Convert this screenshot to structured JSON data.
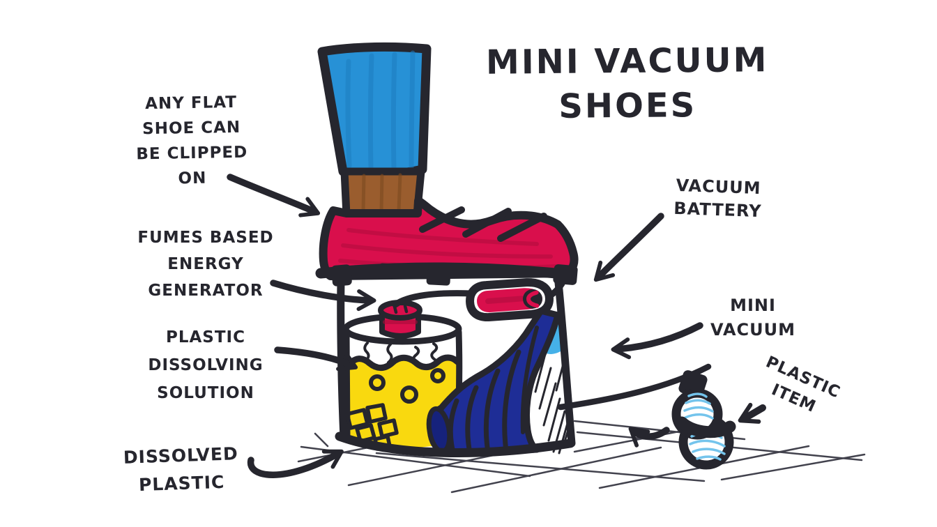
{
  "title": "MINI VACUUM\nSHOES",
  "annotations": {
    "clip_note": "ANY FLAT\nSHOE CAN\nBE CLIPPED\nON",
    "generator": "FUMES BASED\nENERGY\nGENERATOR",
    "solution": "PLASTIC\nDISSOLVING\nSOLUTION",
    "dissolved": "DISSOLVED\nPLASTIC",
    "battery": "VACUUM\nBATTERY",
    "vacuum": "MINI\nVACUUM",
    "item": "PLASTIC\nITEM"
  },
  "colors": {
    "paper": "#ffffff",
    "ink": "#26262e",
    "pant_blue": "#2791d6",
    "pant_blue_dark": "#1d7dc0",
    "ankle_brown": "#9a5d2e",
    "ankle_brown_dark": "#7c4a20",
    "shoe_red": "#d90f4c",
    "shoe_red_dark": "#a80b3a",
    "solution_yellow": "#f9d90f",
    "funnel_navy": "#1e2d96",
    "funnel_navy_dark": "#16227c",
    "sky_blue": "#45b1e8",
    "bottle_hatch_blue": "#74c4ec",
    "grid_line": "#32323e"
  }
}
